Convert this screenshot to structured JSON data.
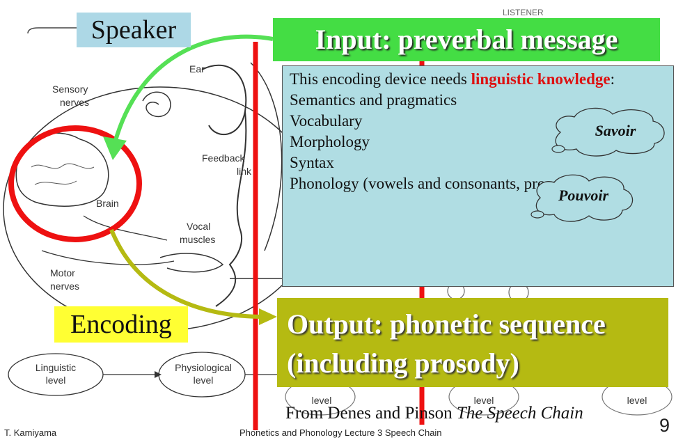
{
  "speaker_label": "Speaker",
  "listener_label": "LISTENER",
  "input_title": "Input: preverbal message",
  "knowledge": {
    "intro": "This encoding device needs ",
    "highlight": "linguistic knowledge",
    "colon": ":",
    "items": [
      "Semantics and pragmatics",
      "Vocabulary",
      "Morphology",
      "Syntax",
      "Phonology (vowels and consonants, prosody)"
    ]
  },
  "clouds": [
    "Savoir",
    "Pouvoir"
  ],
  "encoding_label": "Encoding",
  "output_title": "Output: phonetic sequence (including prosody)",
  "diagram_labels": {
    "ear": "Ear",
    "sensory_nerves": "Sensory nerves",
    "feedback_link": "Feedback link",
    "brain": "Brain",
    "vocal_muscles": "Vocal muscles",
    "motor_nerves": "Motor nerves",
    "linguistic_level": "Linguistic level",
    "physiological_level": "Physiological level",
    "partial_level": "level"
  },
  "credit_prefix": "From Denes and Pinson ",
  "credit_title": "The Speech Chain",
  "footer_author": "T. Kamiyama",
  "footer_course": "Phonetics and Phonology Lecture 3  Speech Chain",
  "page_number": "9",
  "colors": {
    "speaker_box": "#add8e6",
    "input_box": "#44dd44",
    "knowledge_box": "#b0dde3",
    "encoding_box": "#ffff33",
    "output_box": "#b5ba12",
    "highlight_red": "#dd1111",
    "divider_red": "#ee1111"
  }
}
